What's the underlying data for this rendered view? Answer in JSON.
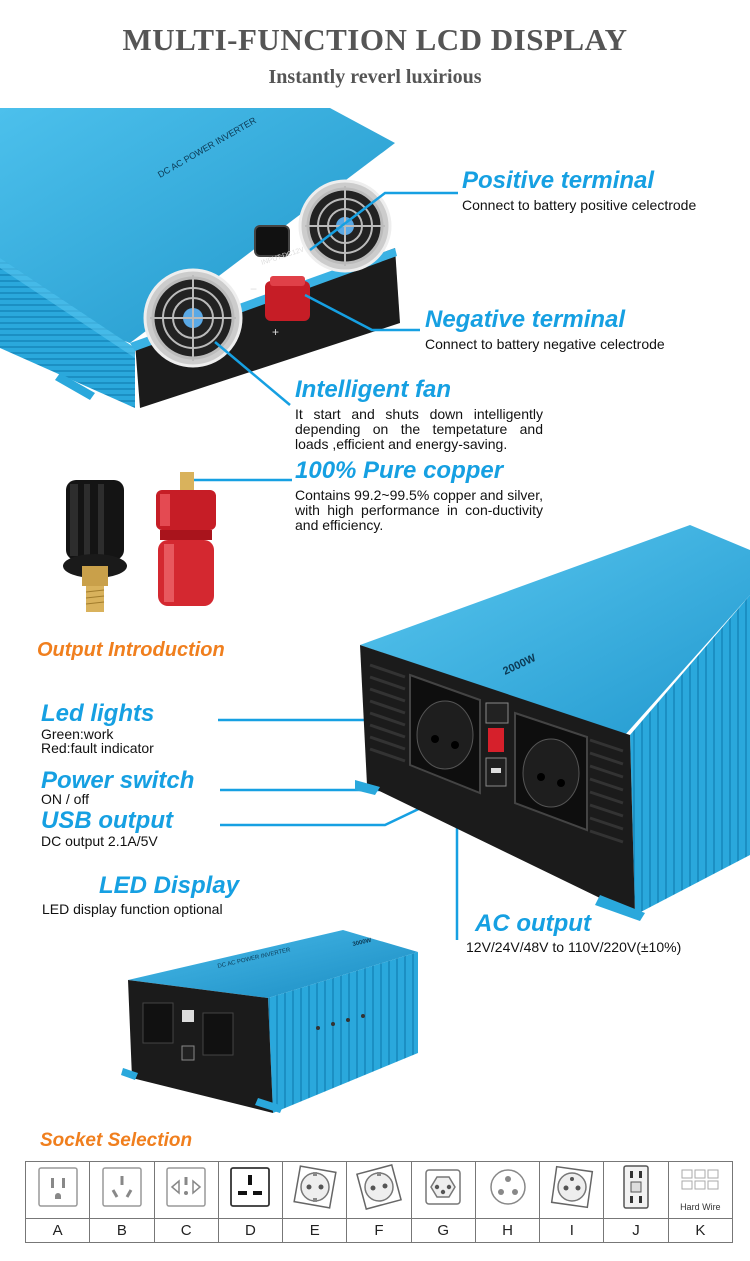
{
  "header": {
    "title": "MULTI-FUNCTION LCD DISPLAY",
    "subtitle": "Instantly reverl luxirious"
  },
  "features": {
    "positive": {
      "title": "Positive terminal",
      "desc": "Connect to battery positive celectrode"
    },
    "negative": {
      "title": "Negative terminal",
      "desc": "Connect to battery negative celectrode"
    },
    "fan": {
      "title": "Intelligent fan",
      "desc": "It start and shuts down intelligently depending on the tempetature and loads ,efficient and energy-saving."
    },
    "copper": {
      "title": "100% Pure copper",
      "desc": "Contains 99.2~99.5% copper and silver, with high performance in con-ductivity and efficiency."
    }
  },
  "output": {
    "section_title": "Output Introduction",
    "led": {
      "title": "Led lights",
      "line1": "Green:work",
      "line2": "Red:fault indicator"
    },
    "power": {
      "title": "Power switch",
      "desc": "ON / off"
    },
    "usb": {
      "title": "USB output",
      "desc": "DC output 2.1A/5V"
    },
    "ac": {
      "title": "AC output",
      "desc": "12V/24V/48V to 110V/220V(±10%)"
    },
    "display": {
      "title": "LED Display",
      "desc": "LED display function optional"
    }
  },
  "product_labels": {
    "input": "INPUT:DC12V",
    "minus": "−",
    "plus": "+",
    "brand_top": "DC AC POWER INVERTER",
    "watt": "2000W",
    "brand_bottom": "DC AC POWER INVERTER",
    "watt_small": "3000W"
  },
  "sockets": {
    "title": "Socket Selection",
    "items": [
      {
        "letter": "A",
        "icon": "socket-us-icon"
      },
      {
        "letter": "B",
        "icon": "socket-au-icon"
      },
      {
        "letter": "C",
        "icon": "socket-universal-icon"
      },
      {
        "letter": "D",
        "icon": "socket-uk-icon"
      },
      {
        "letter": "E",
        "icon": "socket-schuko-icon"
      },
      {
        "letter": "F",
        "icon": "socket-schuko-tilted-icon"
      },
      {
        "letter": "G",
        "icon": "socket-swiss-icon"
      },
      {
        "letter": "H",
        "icon": "socket-round-icon"
      },
      {
        "letter": "I",
        "icon": "socket-french-icon"
      },
      {
        "letter": "J",
        "icon": "socket-gfci-icon"
      },
      {
        "letter": "K",
        "icon": "hard-wire-icon"
      }
    ],
    "hard_wire_label": "Hard Wire"
  },
  "colors": {
    "accent": "#16a0e2",
    "orange": "#f07f1e",
    "product_blue": "#27a6da",
    "panel": "#1b1b1b",
    "red": "#d6202b"
  }
}
